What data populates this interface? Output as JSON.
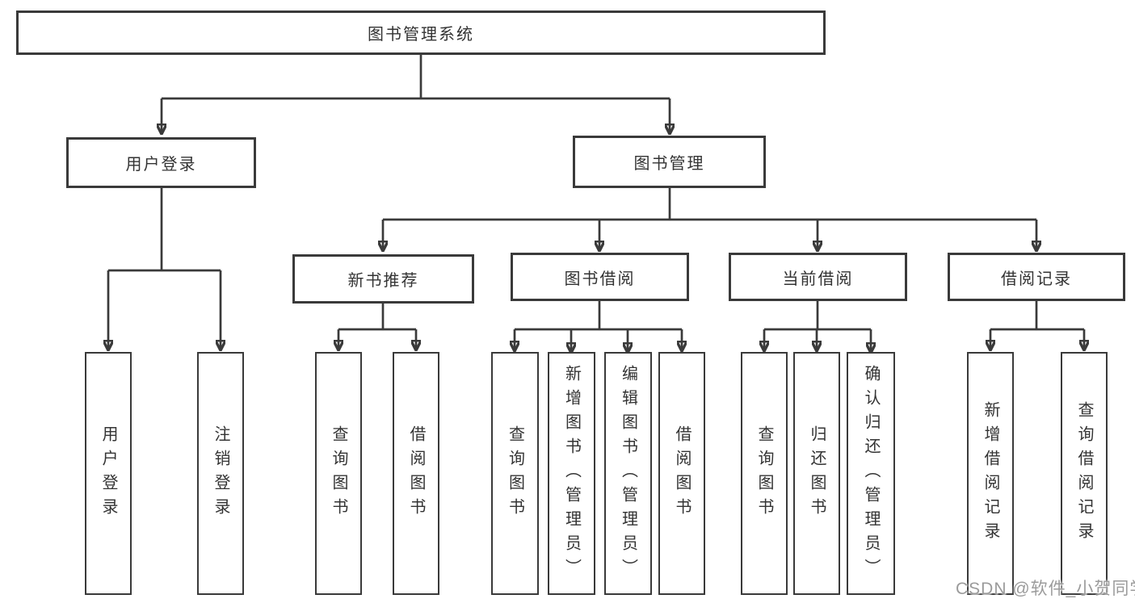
{
  "tree": {
    "root": {
      "label": "图书管理系统"
    },
    "user_login": {
      "label": "用户登录",
      "children": [
        "用户登录",
        "注销登录"
      ]
    },
    "book_mgmt": {
      "label": "图书管理"
    },
    "new_book_rec": {
      "label": "新书推荐",
      "children": [
        "查询图书",
        "借阅图书"
      ]
    },
    "book_borrow": {
      "label": "图书借阅",
      "children": [
        "查询图书",
        "新增图书（管理员）",
        "编辑图书（管理员）",
        "借阅图书"
      ]
    },
    "current_borrow": {
      "label": "当前借阅",
      "children": [
        "查询图书",
        "归还图书",
        "确认归还（管理员）"
      ]
    },
    "borrow_records": {
      "label": "借阅记录",
      "children": [
        "新增借阅记录",
        "查询借阅记录"
      ]
    }
  },
  "watermark": {
    "text": "CSDN @软件_小贺同学"
  },
  "colors": {
    "line": "#3a3a3a",
    "text": "#333333",
    "box_background": "#ffffff",
    "watermark": "#9b9b9b"
  }
}
